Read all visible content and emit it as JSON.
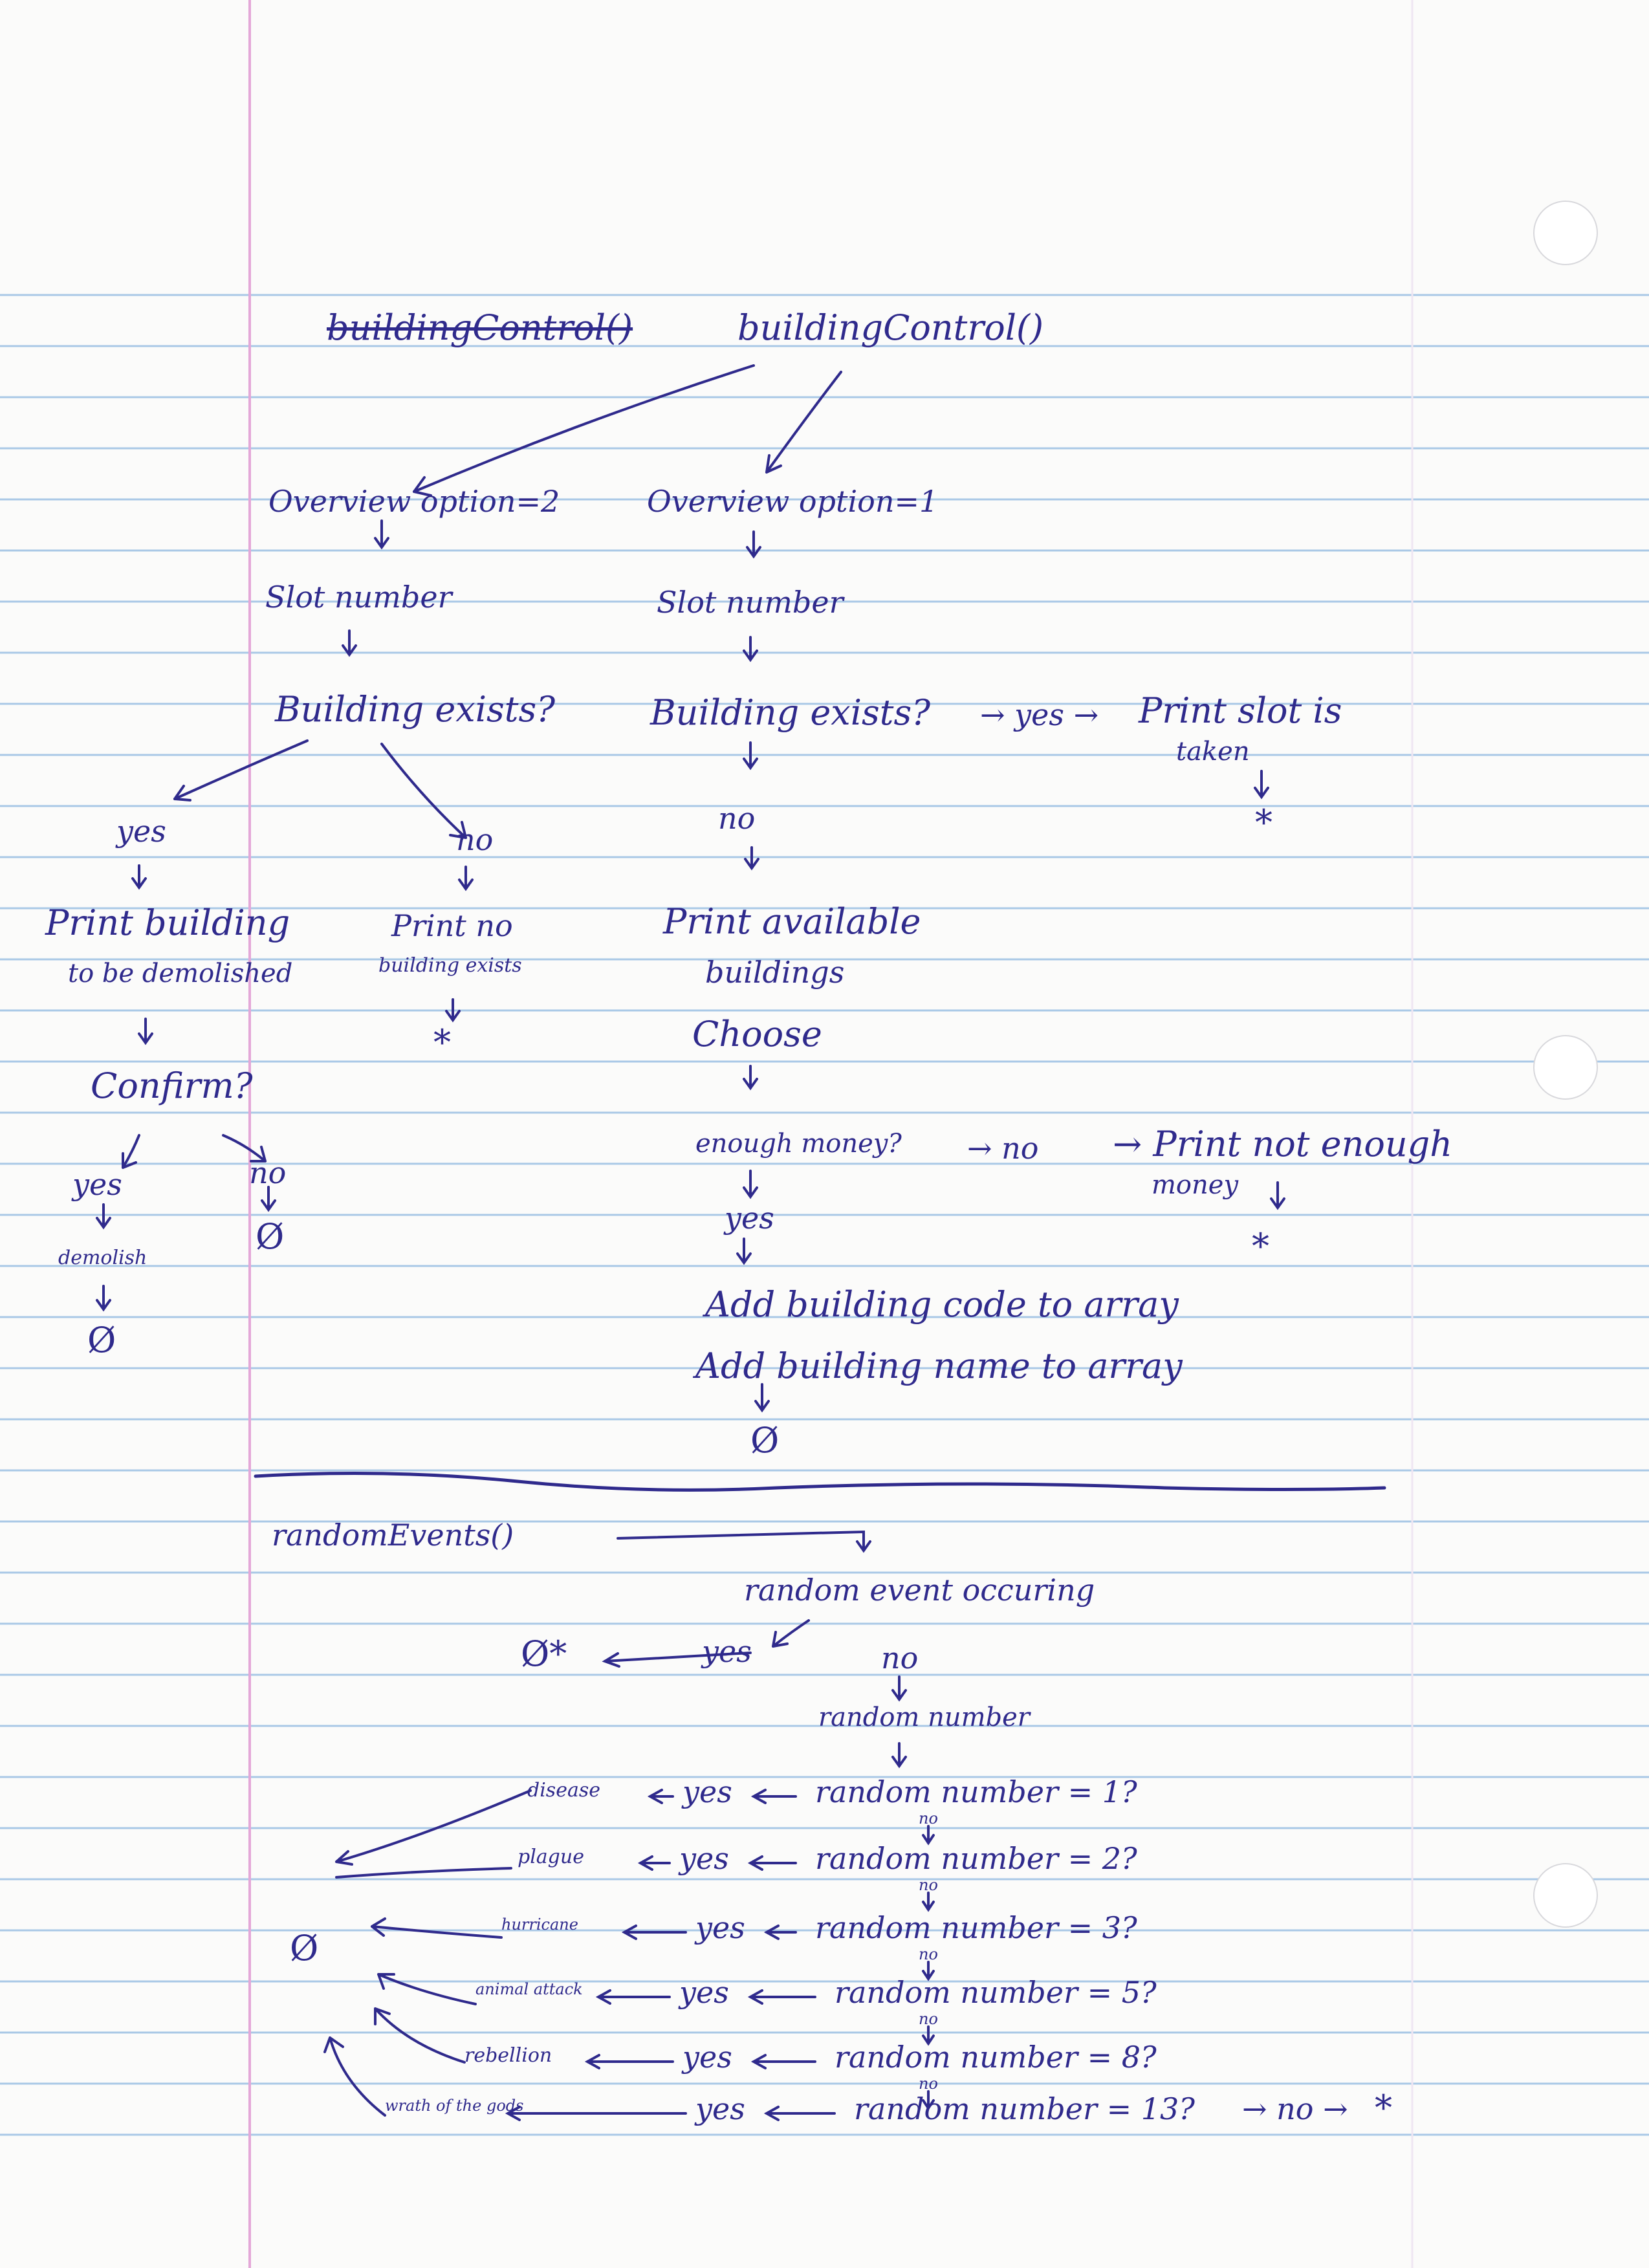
{
  "colors": {
    "paper": "#fbfbfa",
    "rule_line": "#a9c8e6",
    "margin_line": "#e4a8d8",
    "ink": "#2f2a8c"
  },
  "building": {
    "crossed_title": "buildingControl()",
    "title": "buildingControl()",
    "left": {
      "option": "Overview option=2",
      "slot": "Slot number",
      "exists": "Building exists?",
      "yes": "yes",
      "no": "no",
      "print_demolish_1": "Print building",
      "print_demolish_2": "to be demolished",
      "confirm": "Confirm?",
      "confirm_yes": "yes",
      "confirm_no": "no",
      "demolish": "demolish",
      "end_demolish": "Ø",
      "end_no": "Ø",
      "print_no_building_1": "Print no",
      "print_no_building_2": "building exists",
      "end_no_building": "*"
    },
    "right": {
      "option": "Overview option=1",
      "slot": "Slot number",
      "exists": "Building exists?",
      "yes_branch": "→ yes →",
      "print_taken_1": "Print slot is",
      "print_taken_2": "taken",
      "end_taken": "*",
      "no": "no",
      "print_available_1": "Print available",
      "print_available_2": "buildings",
      "choose": "Choose",
      "money": "enough money?",
      "money_no": "→ no",
      "print_money_1": "→ Print not enough",
      "print_money_2": "money",
      "end_money": "*",
      "money_yes": "yes",
      "add_code": "Add building code to array",
      "add_name": "Add building name to array",
      "end_add": "Ø"
    }
  },
  "events": {
    "title": "randomEvents()",
    "occurring": "random event occuring",
    "yes": "yes",
    "end_yes": "Ø*",
    "no": "no",
    "random_number": "random number",
    "end_final": "Ø",
    "rows": [
      {
        "result": "disease",
        "yes": "yes",
        "test": "random number = 1?",
        "no": "no"
      },
      {
        "result": "plague",
        "yes": "yes",
        "test": "random number = 2?",
        "no": "no"
      },
      {
        "result": "hurricane",
        "yes": "yes",
        "test": "random number = 3?",
        "no": "no"
      },
      {
        "result": "animal attack",
        "yes": "yes",
        "test": "random number = 5?",
        "no": "no"
      },
      {
        "result": "rebellion",
        "yes": "yes",
        "test": "random number = 8?",
        "no": "no"
      },
      {
        "result": "wrath of the gods",
        "yes": "yes",
        "test": "random number = 13?",
        "no": "→ no →"
      }
    ],
    "end_last": "*"
  }
}
